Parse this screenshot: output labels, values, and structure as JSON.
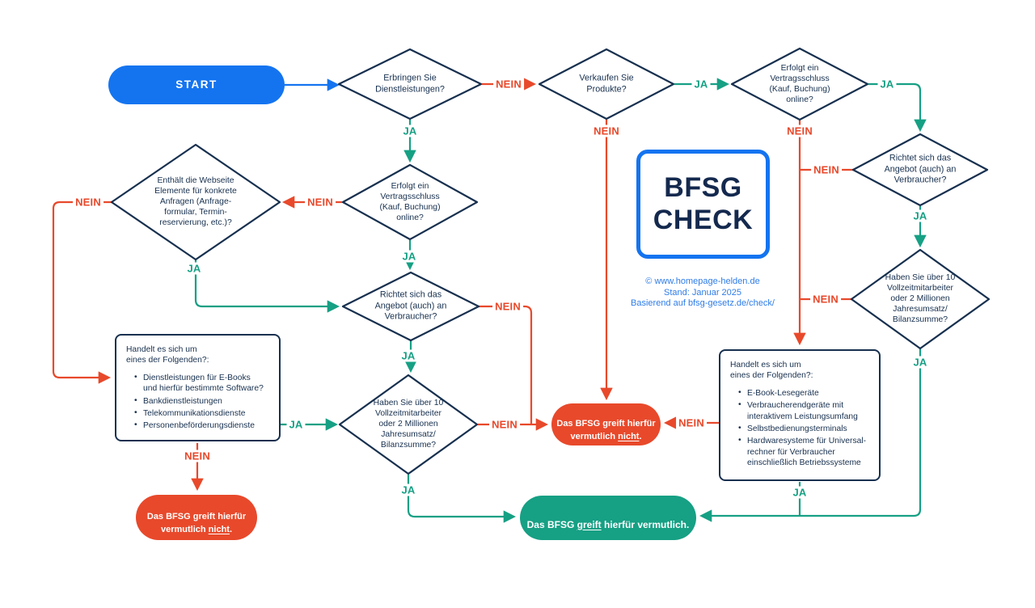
{
  "colors": {
    "blue": "#1474F0",
    "navy": "#17304F",
    "red": "#E8492B",
    "green": "#16A084"
  },
  "start": {
    "label": "START"
  },
  "edge_labels": {
    "yes": "JA",
    "no": "NEIN"
  },
  "questions": {
    "services": "Erbringen Sie\nDienstleistungen?",
    "products": "Verkaufen Sie\nProdukte?",
    "contract_top": "Erfolgt ein\nVertragsschluss\n(Kauf, Buchung)\nonline?",
    "contract_mid": "Erfolgt ein\nVertragsschluss\n(Kauf, Buchung)\nonline?",
    "website": "Enthält die Webseite\nElemente für konkrete\nAnfragen (Anfrage-\nformular, Termin-\nreservierung, etc.)?",
    "consumers_mid": "Richtet sich das\nAngebot (auch) an\nVerbraucher?",
    "consumers_right": "Richtet sich das\nAngebot (auch) an\nVerbraucher?",
    "threshold_mid": "Haben Sie über 10\nVollzeitmitarbeiter\noder 2 Millionen\nJahresumsatz/\nBilanzsumme?",
    "threshold_right": "Haben Sie über 10\nVollzeitmitarbeiter\noder 2 Millionen\nJahresumsatz/\nBilanzsumme?"
  },
  "boxes": {
    "left": {
      "title": "Handelt es sich um\neines der Folgenden?:",
      "items": [
        "Dienstleistungen für E-Books\nund hierfür bestimmte Software?",
        "Bankdienstleistungen",
        "Telekommunikationsdienste",
        "Personenbeförderungsdienste"
      ]
    },
    "right": {
      "title": "Handelt es sich um\neines der Folgenden?:",
      "items": [
        "E-Book-Lesegeräte",
        "Verbraucherendgeräte mit\ninteraktivem Leistungsumfang",
        "Selbstbedienungsterminals",
        "Hardwaresysteme für Universal-\nrechner für Verbraucher\neinschließlich Betriebssysteme"
      ]
    }
  },
  "results": {
    "not_left": {
      "pre": "Das BFSG greift hierfür\nvermutlich ",
      "underline": "nicht",
      "post": "."
    },
    "not_center": {
      "pre": "Das BFSG greift hierfür\nvermutlich ",
      "underline": "nicht",
      "post": "."
    },
    "applies": {
      "pre": "Das BFSG ",
      "underline": "greift",
      "post": " hierfür vermutlich."
    }
  },
  "logo": {
    "text": "BFSG\nCHECK"
  },
  "credits": {
    "text": "© www.homepage-helden.de\nStand: Januar 2025\nBasierend auf bfsg-gesetz.de/check/"
  }
}
